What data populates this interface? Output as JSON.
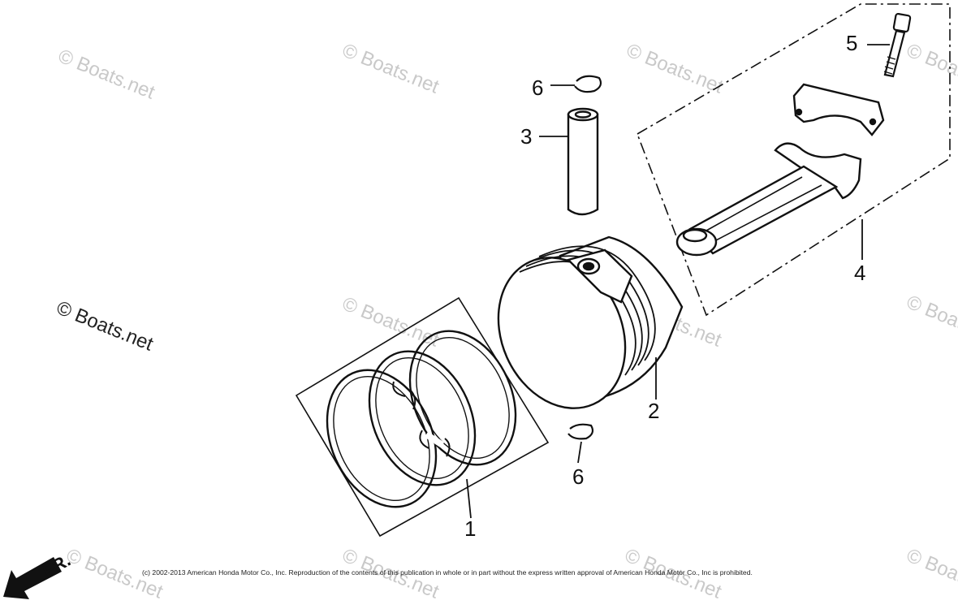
{
  "watermark": {
    "text": "© Boats.net",
    "prominent_text": "© Boats.net"
  },
  "callouts": {
    "piston_rings": "1",
    "piston": "2",
    "piston_pin": "3",
    "connecting_rod": "4",
    "rod_bolt": "5",
    "pin_clip_top": "6",
    "pin_clip_bottom": "6"
  },
  "front_indicator": "FR.",
  "copyright": "(c) 2002-2013 American Honda Motor Co., Inc. Reproduction of the contents of this publication in whole or in part without the express written approval of American Honda Motor Co., Inc is prohibited."
}
